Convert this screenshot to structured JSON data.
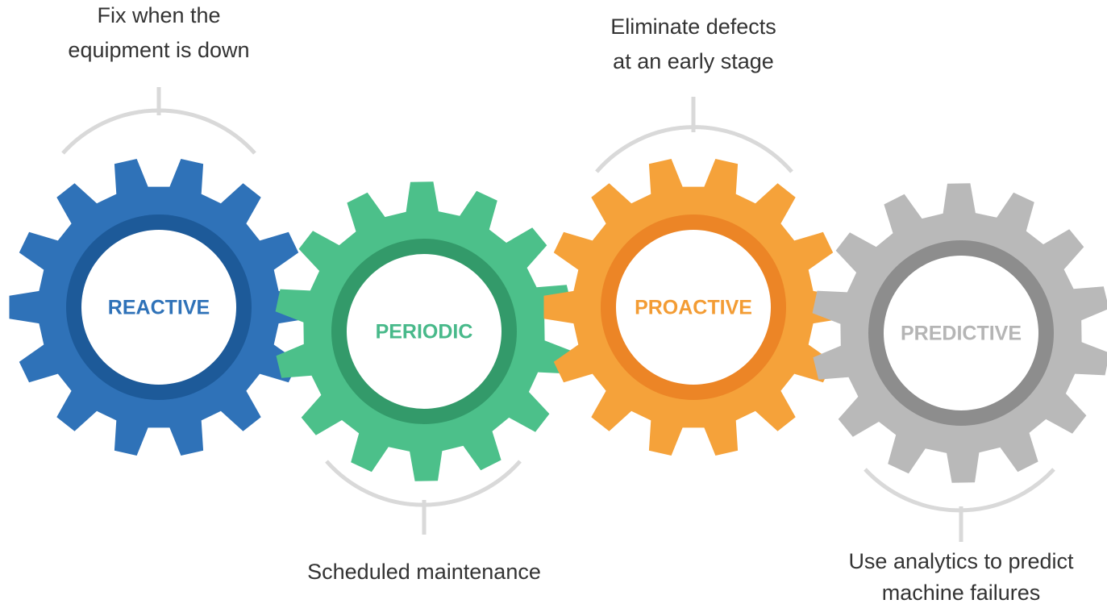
{
  "gears": [
    {
      "label": "REACTIVE",
      "caption_lines": [
        "Fix when the",
        "equipment is down"
      ],
      "caption_position": "top",
      "colors": {
        "teeth": "#2f72b8",
        "ring": "#1d5a99",
        "text": "#2f72b8"
      }
    },
    {
      "label": "PERIODIC",
      "caption_lines": [
        "Scheduled maintenance"
      ],
      "caption_position": "bottom",
      "colors": {
        "teeth": "#4cc08a",
        "ring": "#339a6a",
        "text": "#48b98a"
      }
    },
    {
      "label": "PROACTIVE",
      "caption_lines": [
        "Eliminate defects",
        "at an early stage"
      ],
      "caption_position": "top",
      "colors": {
        "teeth": "#f5a23a",
        "ring": "#ec8526",
        "text": "#f39c34"
      }
    },
    {
      "label": "PREDICTIVE",
      "caption_lines": [
        "Use analytics to predict",
        "machine failures"
      ],
      "caption_position": "bottom",
      "colors": {
        "teeth": "#b9b9b9",
        "ring": "#8d8d8d",
        "text": "#b5b5b5"
      }
    }
  ],
  "connector_color": "#d9d9d9"
}
